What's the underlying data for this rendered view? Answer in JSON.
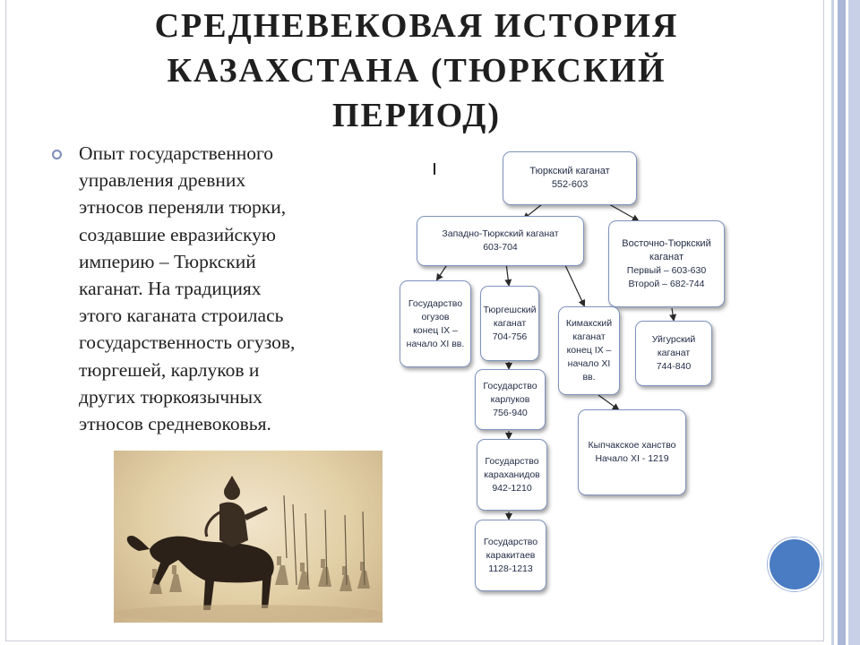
{
  "slide": {
    "title_lines": [
      "СРЕДНЕВЕКОВАЯ ИСТОРИЯ",
      "КАЗАХСТАНА (ТЮРКСКИЙ",
      "ПЕРИОД)"
    ],
    "body_lines": [
      "Опыт государственного",
      "управления древних",
      "этносов переняли тюрки,",
      "создавшие евразийскую",
      "империю – Тюркский",
      "каганат. На традициях",
      "этого каганата строилась",
      "государственность огузов,",
      "тюргешей, карлуков и",
      "других тюркоязычных",
      "этносов средневоковья."
    ]
  },
  "diagram": {
    "nodes": {
      "turkic": [
        "Тюркский каганат",
        "552-603"
      ],
      "western": [
        "Западно-Тюркский каганат",
        "603-704"
      ],
      "eastern": [
        "Восточно-Тюркский",
        "каганат",
        "Первый – 603-630",
        "Второй – 682-744"
      ],
      "oghuz": [
        "Государство",
        "огузов",
        "конец IX –",
        "начало XI вв."
      ],
      "turgesh": [
        "Тюргешский",
        "каганат",
        "704-756"
      ],
      "kimak": [
        "Кимакский",
        "каганат",
        "конец IX –",
        "начало XI",
        "вв."
      ],
      "uyghur": [
        "Уйгурский",
        "каганат",
        "744-840"
      ],
      "karluk": [
        "Государство",
        "карлуков",
        "756-940"
      ],
      "kipchak": [
        "Кыпчакское ханство",
        "Начало XI - 1219"
      ],
      "karakhanid": [
        "Государство",
        "караханидов",
        "942-1210"
      ],
      "karakitai": [
        "Государство",
        "каракитаев",
        "1128-1213"
      ]
    }
  },
  "colors": {
    "node_border": "#7f93bd",
    "arrow": "#2a2a2a",
    "accent_circle": "#4a7cc4",
    "stripe": "#a9b6d6"
  }
}
